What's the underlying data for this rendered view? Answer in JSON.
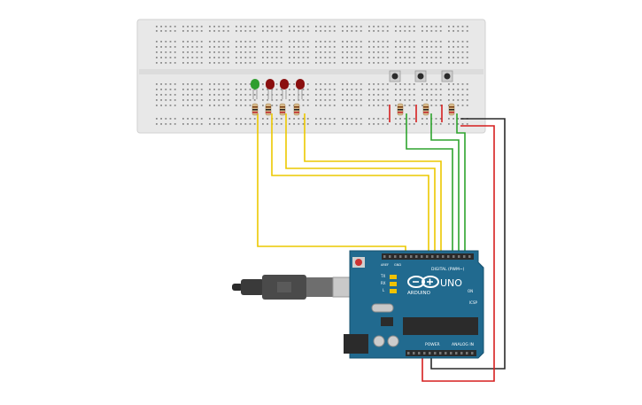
{
  "board": {
    "brand": "ARDUINO",
    "model": "UNO",
    "digital_label": "DIGITAL (PWM~)",
    "analog_label": "ANALOG IN",
    "power_label": "POWER",
    "tx_label": "TX",
    "rx_label": "RX",
    "l_label": "L",
    "on_label": "ON",
    "icsp_label": "ICSP",
    "aref_label": "AREF",
    "gnd_label": "GND"
  },
  "colors": {
    "breadboard": "#e8e8e8",
    "board": "#216a8f",
    "wire_yellow": "#ecc800",
    "wire_green": "#2ea42e",
    "wire_red": "#d61f1f",
    "wire_black": "#2a2a2a",
    "led_green": "#2f9e2f",
    "led_red": "#8a0f0f"
  },
  "components": {
    "leds": [
      "green",
      "red",
      "red",
      "red"
    ],
    "buttons": 3,
    "resistors": 7
  }
}
